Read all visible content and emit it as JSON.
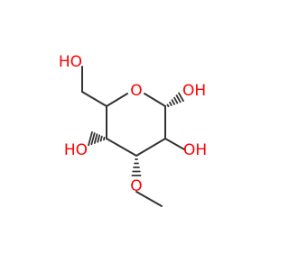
{
  "colors": {
    "bond": "#333333",
    "oxygen": "#ff0000",
    "background": "#ffffff"
  },
  "labels": {
    "ring_oxygen": "O",
    "oh_anomeric": "OH",
    "oh_c2": "OH",
    "oh_c4": "HO",
    "oh_c6": "HO",
    "methoxy_oxygen": "O"
  }
}
